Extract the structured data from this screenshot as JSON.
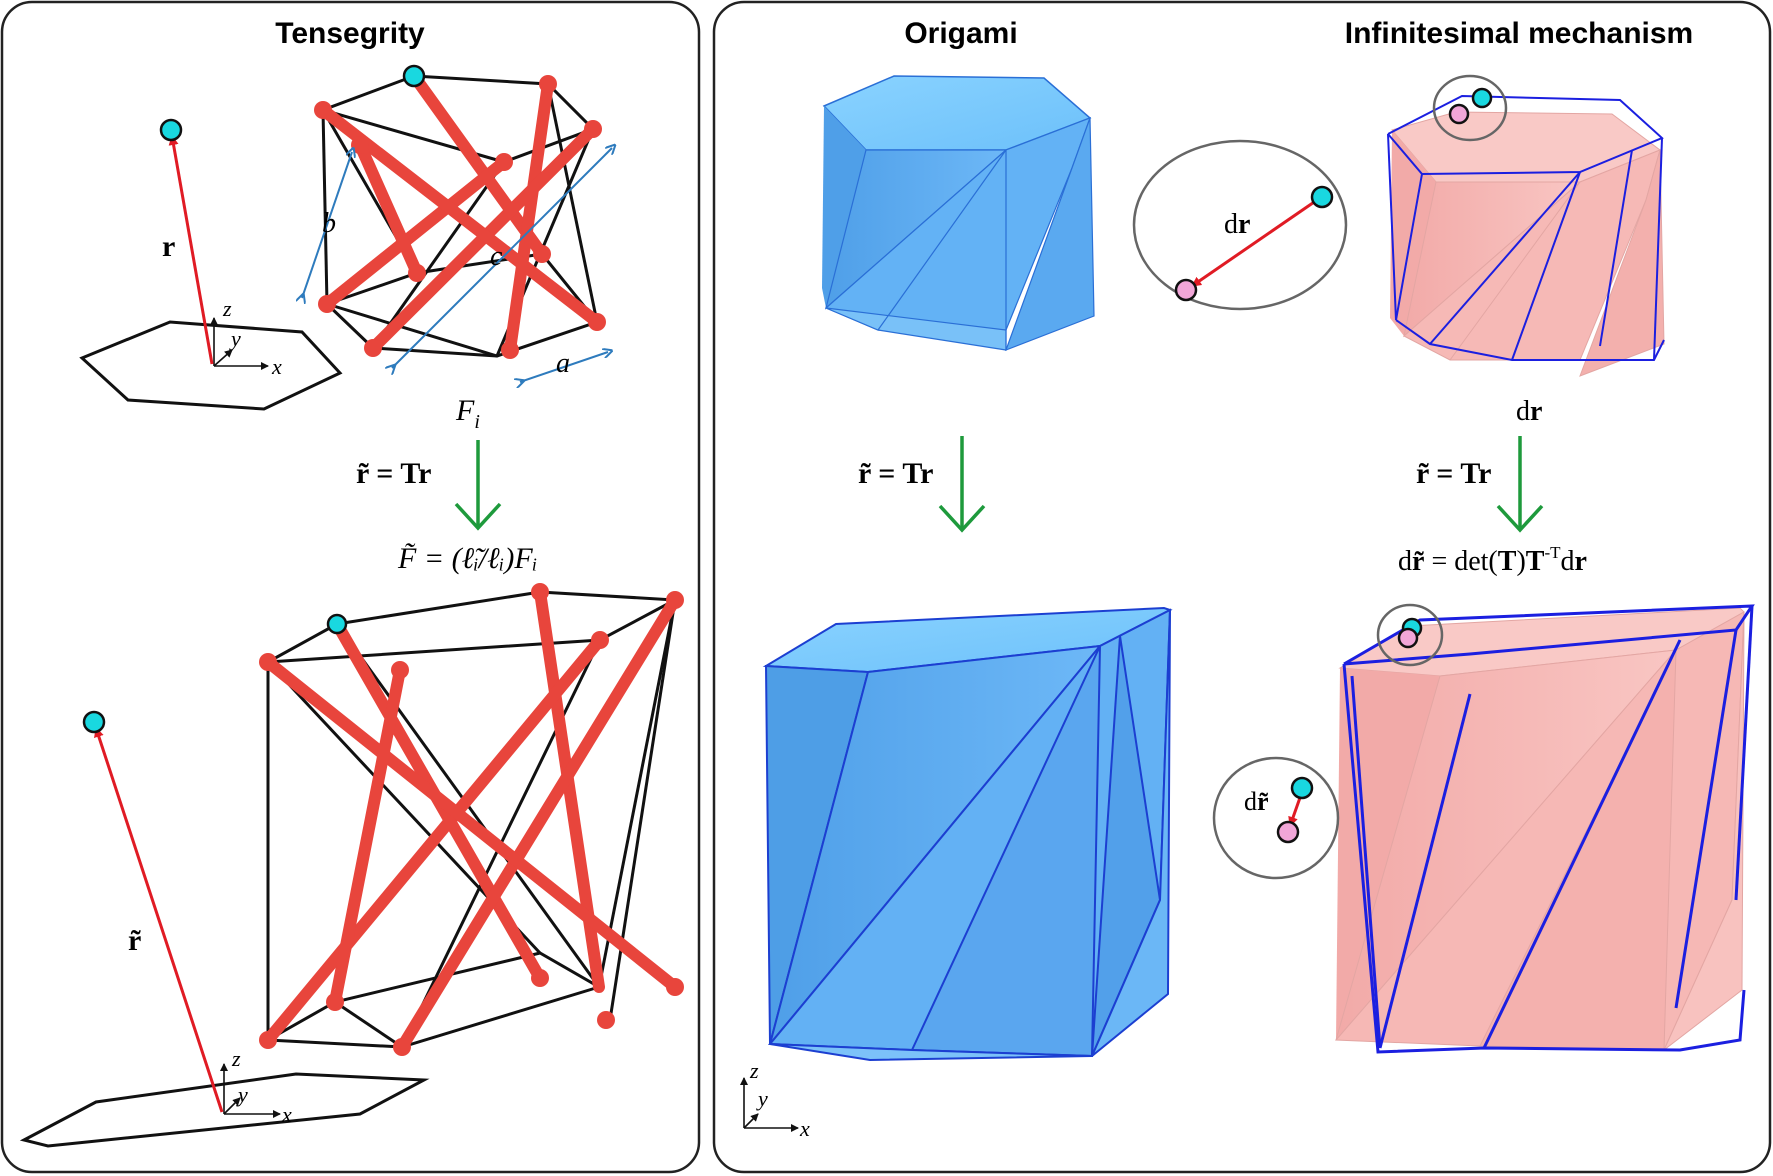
{
  "panels": {
    "tensegrity": {
      "title": "Tensegrity"
    },
    "origami": {
      "title": "Origami"
    },
    "mechanism": {
      "title": "Infinitesimal mechanism"
    }
  },
  "labels": {
    "r": "r",
    "r_tilde": "r̃",
    "dim_a": "a",
    "dim_b": "b",
    "dim_c": "c",
    "force": "F",
    "force_sub": "i",
    "transform": "r̃ = Tr",
    "force_eq_lhs": "F̃",
    "force_eq_rhs": " = (ℓ̃ᵢ/ℓᵢ)Fᵢ",
    "dr": "dr",
    "dr_tilde": "dr̃",
    "dr_eq_lhs": "dr̃",
    "dr_eq_mid": " = det(",
    "dr_eq_T": "T",
    "dr_eq_close": ")",
    "dr_eq_T2": "T",
    "dr_eq_sup": "-T",
    "dr_eq_end": "dr",
    "axis_x": "x",
    "axis_y": "y",
    "axis_z": "z"
  },
  "colors": {
    "bar": "#e8453c",
    "cable": "#111111",
    "cyan_node": "#19d8e0",
    "pink_node": "#f1a6d8",
    "origami_blue": "#5aaef5",
    "mechanism_pink": "#f6b6b3",
    "arrow_green": "#1e9a3c",
    "vector_red": "#e01b24",
    "dimension_blue": "#2e7bbd"
  }
}
